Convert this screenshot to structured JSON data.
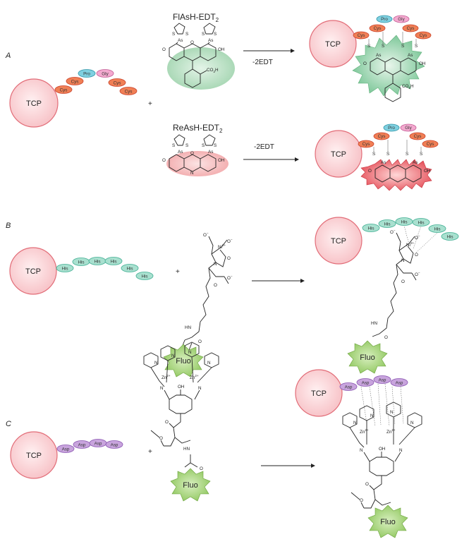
{
  "panels": {
    "a": {
      "label": "A"
    },
    "b": {
      "label": "B"
    },
    "c": {
      "label": "C"
    }
  },
  "protein": {
    "label": "TCP"
  },
  "residues": {
    "cys": "Cys",
    "pro": "Pro",
    "gly": "Gly",
    "his": "His",
    "asp": "Asp"
  },
  "reagents": {
    "flash_name": "FlAsH-EDT",
    "flash_sub": "2",
    "reash_name": "ReAsH-EDT",
    "reash_sub": "2",
    "fluo_label": "Fluo"
  },
  "reaction": {
    "plus": "+",
    "loss": "-2EDT"
  },
  "atoms": {
    "s": "S",
    "as": "As",
    "o": "O",
    "oh": "OH",
    "co2h": "CO",
    "co2h_sub": "2",
    "co2h_end": "H",
    "n": "N",
    "nh": "HN",
    "ni": "Ni",
    "ni_sup": "2+",
    "o_minus": "O",
    "minus": "−",
    "zn": "Zn",
    "zn_sup": "2+",
    "o_lower": "O",
    "h_in_oh": "OH"
  },
  "colors": {
    "tcp_fill": "#fbd9dc",
    "tcp_stroke": "#e26d78",
    "cys_fill": "#f07f55",
    "cys_stroke": "#c9412a",
    "pro_fill": "#7fd0e0",
    "gly_fill": "#f3a9cf",
    "his_fill": "#a8e0cf",
    "his_stroke": "#3fae92",
    "asp_fill": "#c8a4dd",
    "asp_stroke": "#8954b1",
    "fluo_fill": "#9fcf6a",
    "green_glow": "#a8dab7",
    "red_glow": "#f7b5b7"
  }
}
